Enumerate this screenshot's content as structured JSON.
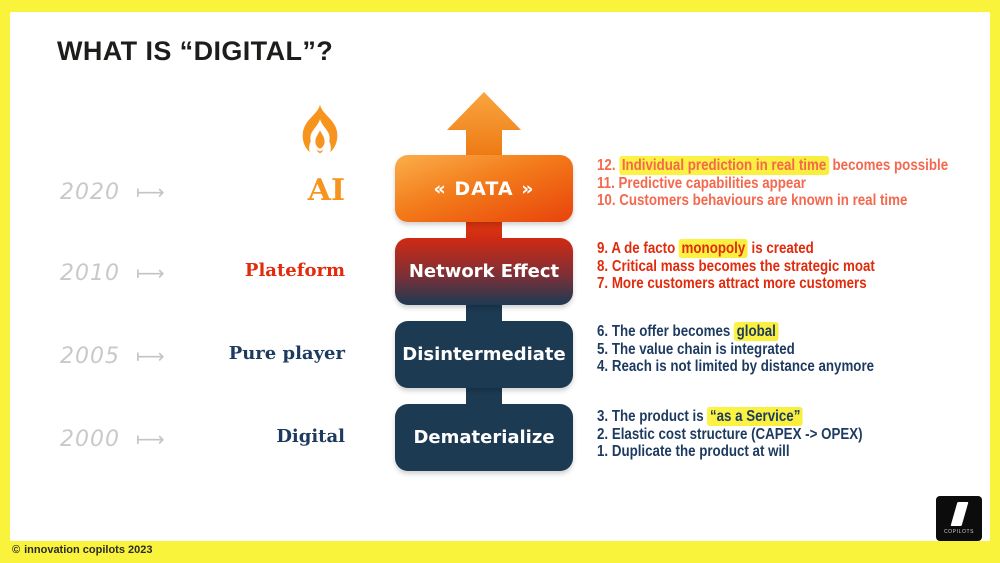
{
  "title": "WHAT IS “DIGITAL”?",
  "timeline": {
    "rows": [
      {
        "year": "2020",
        "arrow": "⟼"
      },
      {
        "year": "2010",
        "arrow": "⟼"
      },
      {
        "year": "2005",
        "arrow": "⟼"
      },
      {
        "year": "2000",
        "arrow": "⟼"
      }
    ]
  },
  "eras": [
    {
      "text": "AI",
      "color": "#F7941E"
    },
    {
      "text": "Plateform",
      "color": "#E12B0C"
    },
    {
      "text": "Pure player",
      "color": "#1D3A5F"
    },
    {
      "text": "Digital",
      "color": "#1D3A5F"
    }
  ],
  "pyramid": {
    "boxes": [
      {
        "label": "« DATA »"
      },
      {
        "label": "Network Effect"
      },
      {
        "label": "Disintermediate"
      },
      {
        "label": "Dematerialize"
      }
    ]
  },
  "lists": [
    {
      "color": "#F4684E",
      "lines": [
        [
          {
            "t": "12. "
          },
          {
            "t": "Individual prediction in real time",
            "h": true
          },
          {
            "t": " becomes possible"
          }
        ],
        [
          {
            "t": "11. Predictive capabilities appear"
          }
        ],
        [
          {
            "t": "10. Customers behaviours are known in real time"
          }
        ]
      ]
    },
    {
      "color": "#E12B0C",
      "lines": [
        [
          {
            "t": "9. A de facto "
          },
          {
            "t": "monopoly",
            "h": true
          },
          {
            "t": " is created"
          }
        ],
        [
          {
            "t": "8. Critical mass becomes the strategic moat"
          }
        ],
        [
          {
            "t": "7. More customers attract more customers"
          }
        ]
      ]
    },
    {
      "color": "#1D3A5F",
      "lines": [
        [
          {
            "t": "6. The offer becomes "
          },
          {
            "t": "global",
            "h": true
          }
        ],
        [
          {
            "t": "5. The value chain is integrated"
          }
        ],
        [
          {
            "t": "4. Reach is not limited by distance anymore"
          }
        ]
      ]
    },
    {
      "color": "#1D3A5F",
      "lines": [
        [
          {
            "t": "3. The product is "
          },
          {
            "t": "“as a Service”",
            "h": true
          }
        ],
        [
          {
            "t": "2. Elastic cost structure (CAPEX -> OPEX)"
          }
        ],
        [
          {
            "t": "1. Duplicate the product at will"
          }
        ]
      ]
    }
  ],
  "footer": {
    "icon": "©",
    "text": "innovation copilots 2023"
  },
  "logo": {
    "text": "COPILOTS"
  },
  "colors": {
    "frame_yellow": "#FAF33C",
    "orange": "#F7941E",
    "orange_red": "#E8430B",
    "red": "#D12A13",
    "navy": "#1C3A52",
    "salmon_text": "#F4684E",
    "red_text": "#E12B0C",
    "navy_text": "#1D3A5F",
    "year_gray": "#C9C9C9",
    "highlight_yellow": "#FBF246"
  }
}
